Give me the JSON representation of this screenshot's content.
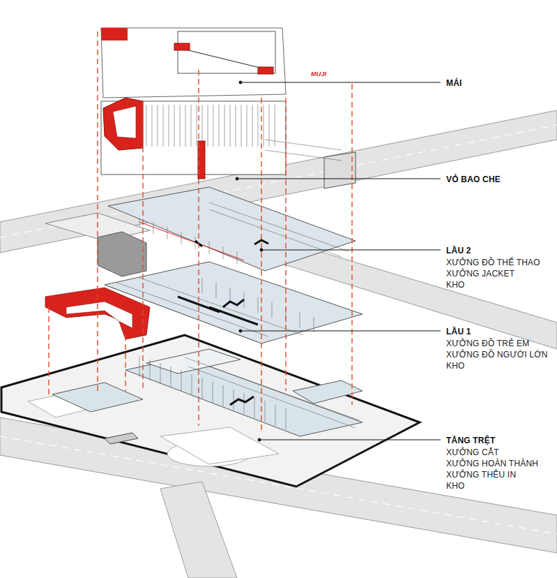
{
  "diagram": {
    "labels": [
      "MUJI",
      "MUJI",
      "MÁI",
      "VỎ BAO CHE",
      "LẦU 2",
      "XƯỞNG ĐỒ THỂ THAO",
      "XƯỞNG JACKET",
      "KHO",
      "LẦU 1",
      "XƯỞNG ĐỒ TRẺ EM",
      "XƯỞNG ĐỒ NGƯỜI LỚN",
      "KHO",
      "TẦNG TRỆT",
      "XƯỞNG CẮT",
      "XƯỞNG HOÀN THÀNH",
      "XƯỞNG THÊU IN",
      "KHO"
    ]
  }
}
